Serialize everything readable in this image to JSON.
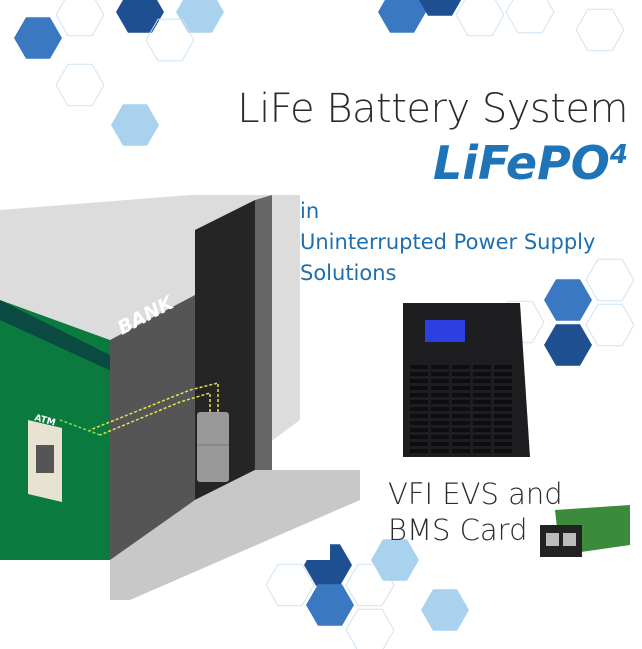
{
  "header": {
    "title_line1": "LiFe Battery System",
    "title_line2_main": "LiFePO",
    "title_line2_sub": "4"
  },
  "subtitle": {
    "line1": "in",
    "line2": "Uninterrupted Power Supply",
    "line3": "Solutions"
  },
  "illustration": {
    "building_sign": "BANK",
    "atm_label": "ATM"
  },
  "product": {
    "line1": "VFI EVS and",
    "line2": "BMS Card"
  },
  "colors": {
    "navy": "#1d4f91",
    "blue": "#3a78c2",
    "light": "#a9d2ee",
    "accent_text": "#1f74b8",
    "wall_green": "#0b7a3e"
  }
}
